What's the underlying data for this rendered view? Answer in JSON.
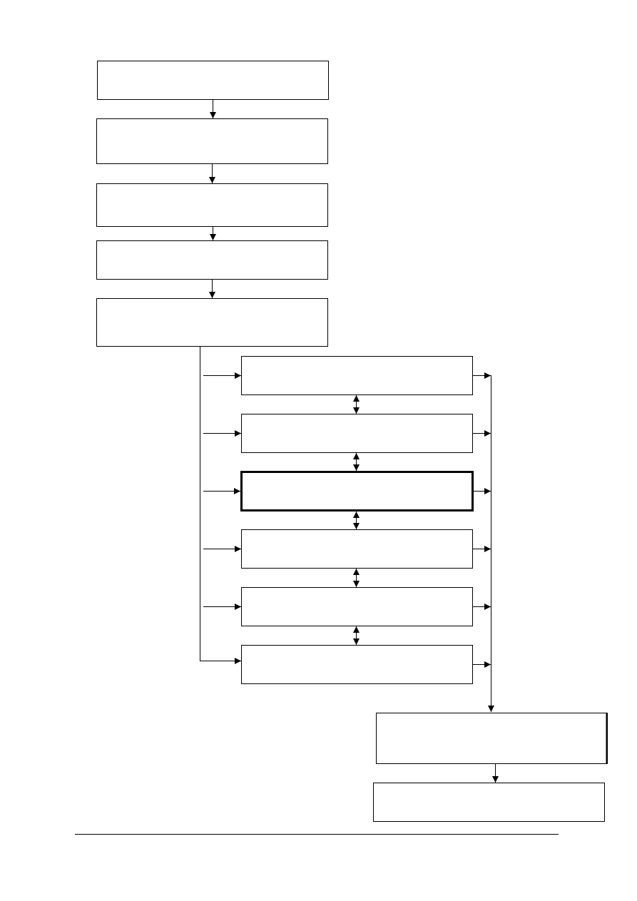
{
  "diagram": {
    "nodes": [
      {
        "id": "step-1",
        "label": ""
      },
      {
        "id": "step-2",
        "label": ""
      },
      {
        "id": "step-3",
        "label": ""
      },
      {
        "id": "step-4",
        "label": ""
      },
      {
        "id": "step-5",
        "label": ""
      },
      {
        "id": "branch-1",
        "label": ""
      },
      {
        "id": "branch-2",
        "label": ""
      },
      {
        "id": "branch-3",
        "label": "",
        "emphasized": true
      },
      {
        "id": "branch-4",
        "label": ""
      },
      {
        "id": "branch-5",
        "label": ""
      },
      {
        "id": "branch-6",
        "label": ""
      },
      {
        "id": "result-1",
        "label": ""
      },
      {
        "id": "result-2",
        "label": ""
      }
    ],
    "edges": [
      {
        "from": "step-1",
        "to": "step-2",
        "type": "arrow"
      },
      {
        "from": "step-2",
        "to": "step-3",
        "type": "arrow"
      },
      {
        "from": "step-3",
        "to": "step-4",
        "type": "arrow"
      },
      {
        "from": "step-4",
        "to": "step-5",
        "type": "arrow"
      },
      {
        "from": "step-5",
        "to": "branch-1",
        "type": "arrow"
      },
      {
        "from": "step-5",
        "to": "branch-2",
        "type": "arrow"
      },
      {
        "from": "step-5",
        "to": "branch-3",
        "type": "arrow"
      },
      {
        "from": "step-5",
        "to": "branch-4",
        "type": "arrow"
      },
      {
        "from": "step-5",
        "to": "branch-5",
        "type": "arrow"
      },
      {
        "from": "step-5",
        "to": "branch-6",
        "type": "arrow"
      },
      {
        "from": "branch-1",
        "to": "branch-2",
        "type": "double-arrow"
      },
      {
        "from": "branch-2",
        "to": "branch-3",
        "type": "double-arrow"
      },
      {
        "from": "branch-3",
        "to": "branch-4",
        "type": "double-arrow"
      },
      {
        "from": "branch-4",
        "to": "branch-5",
        "type": "double-arrow"
      },
      {
        "from": "branch-5",
        "to": "branch-6",
        "type": "double-arrow"
      },
      {
        "from": "branch-1",
        "to": "result-1",
        "type": "arrow"
      },
      {
        "from": "branch-2",
        "to": "result-1",
        "type": "arrow"
      },
      {
        "from": "branch-3",
        "to": "result-1",
        "type": "arrow"
      },
      {
        "from": "branch-4",
        "to": "result-1",
        "type": "arrow"
      },
      {
        "from": "branch-5",
        "to": "result-1",
        "type": "arrow"
      },
      {
        "from": "branch-6",
        "to": "result-1",
        "type": "arrow"
      },
      {
        "from": "result-1",
        "to": "result-2",
        "type": "arrow"
      }
    ]
  }
}
